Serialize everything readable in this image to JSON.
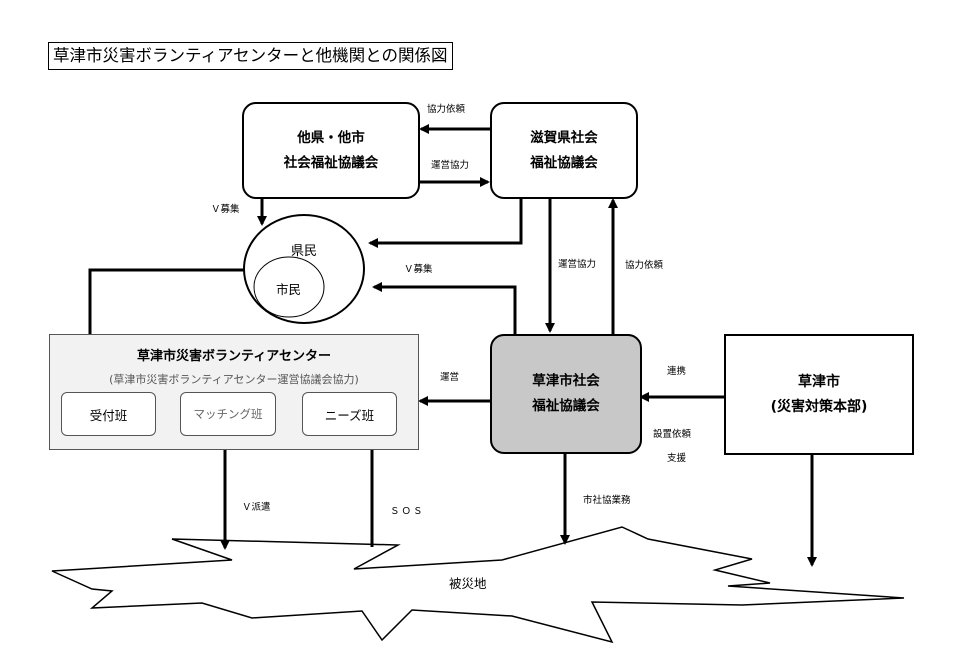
{
  "title": "草津市災害ボランティアセンターと他機関との関係図",
  "nodes": {
    "other_pref": [
      "他県・他市",
      "社会福祉協議会"
    ],
    "shiga": [
      "滋賀県社会",
      "福祉協議会"
    ],
    "kenmin": "県民",
    "shimin": "市民",
    "center_title": "草津市災害ボランティアセンター",
    "center_sub": "(草津市災害ボランティアセンター運営協議会協力)",
    "uketsuke": "受付班",
    "matching": "マッチング班",
    "needs": "ニーズ班",
    "kusatsu_shakyo": [
      "草津市社会",
      "福祉協議会"
    ],
    "kusatsu_city": [
      "草津市",
      "(災害対策本部)"
    ],
    "disaster_area": "被災地"
  },
  "labels": {
    "kyoryoku_irai_top": "協力依頼",
    "unei_kyoryoku_top": "運営協力",
    "v_boshu_left": "Ｖ募集",
    "v_boshu_mid": "Ｖ募集",
    "unei_kyoryoku_mid": "運営協力",
    "kyoryoku_irai_mid": "協力依頼",
    "unei": "運営",
    "renkei": "連携",
    "secchi_irai": "設置依頼",
    "shien": "支援",
    "v_haken": "Ｖ派遣",
    "sos": "ＳＯＳ",
    "shishakyo_gyomu": "市社協業務"
  }
}
